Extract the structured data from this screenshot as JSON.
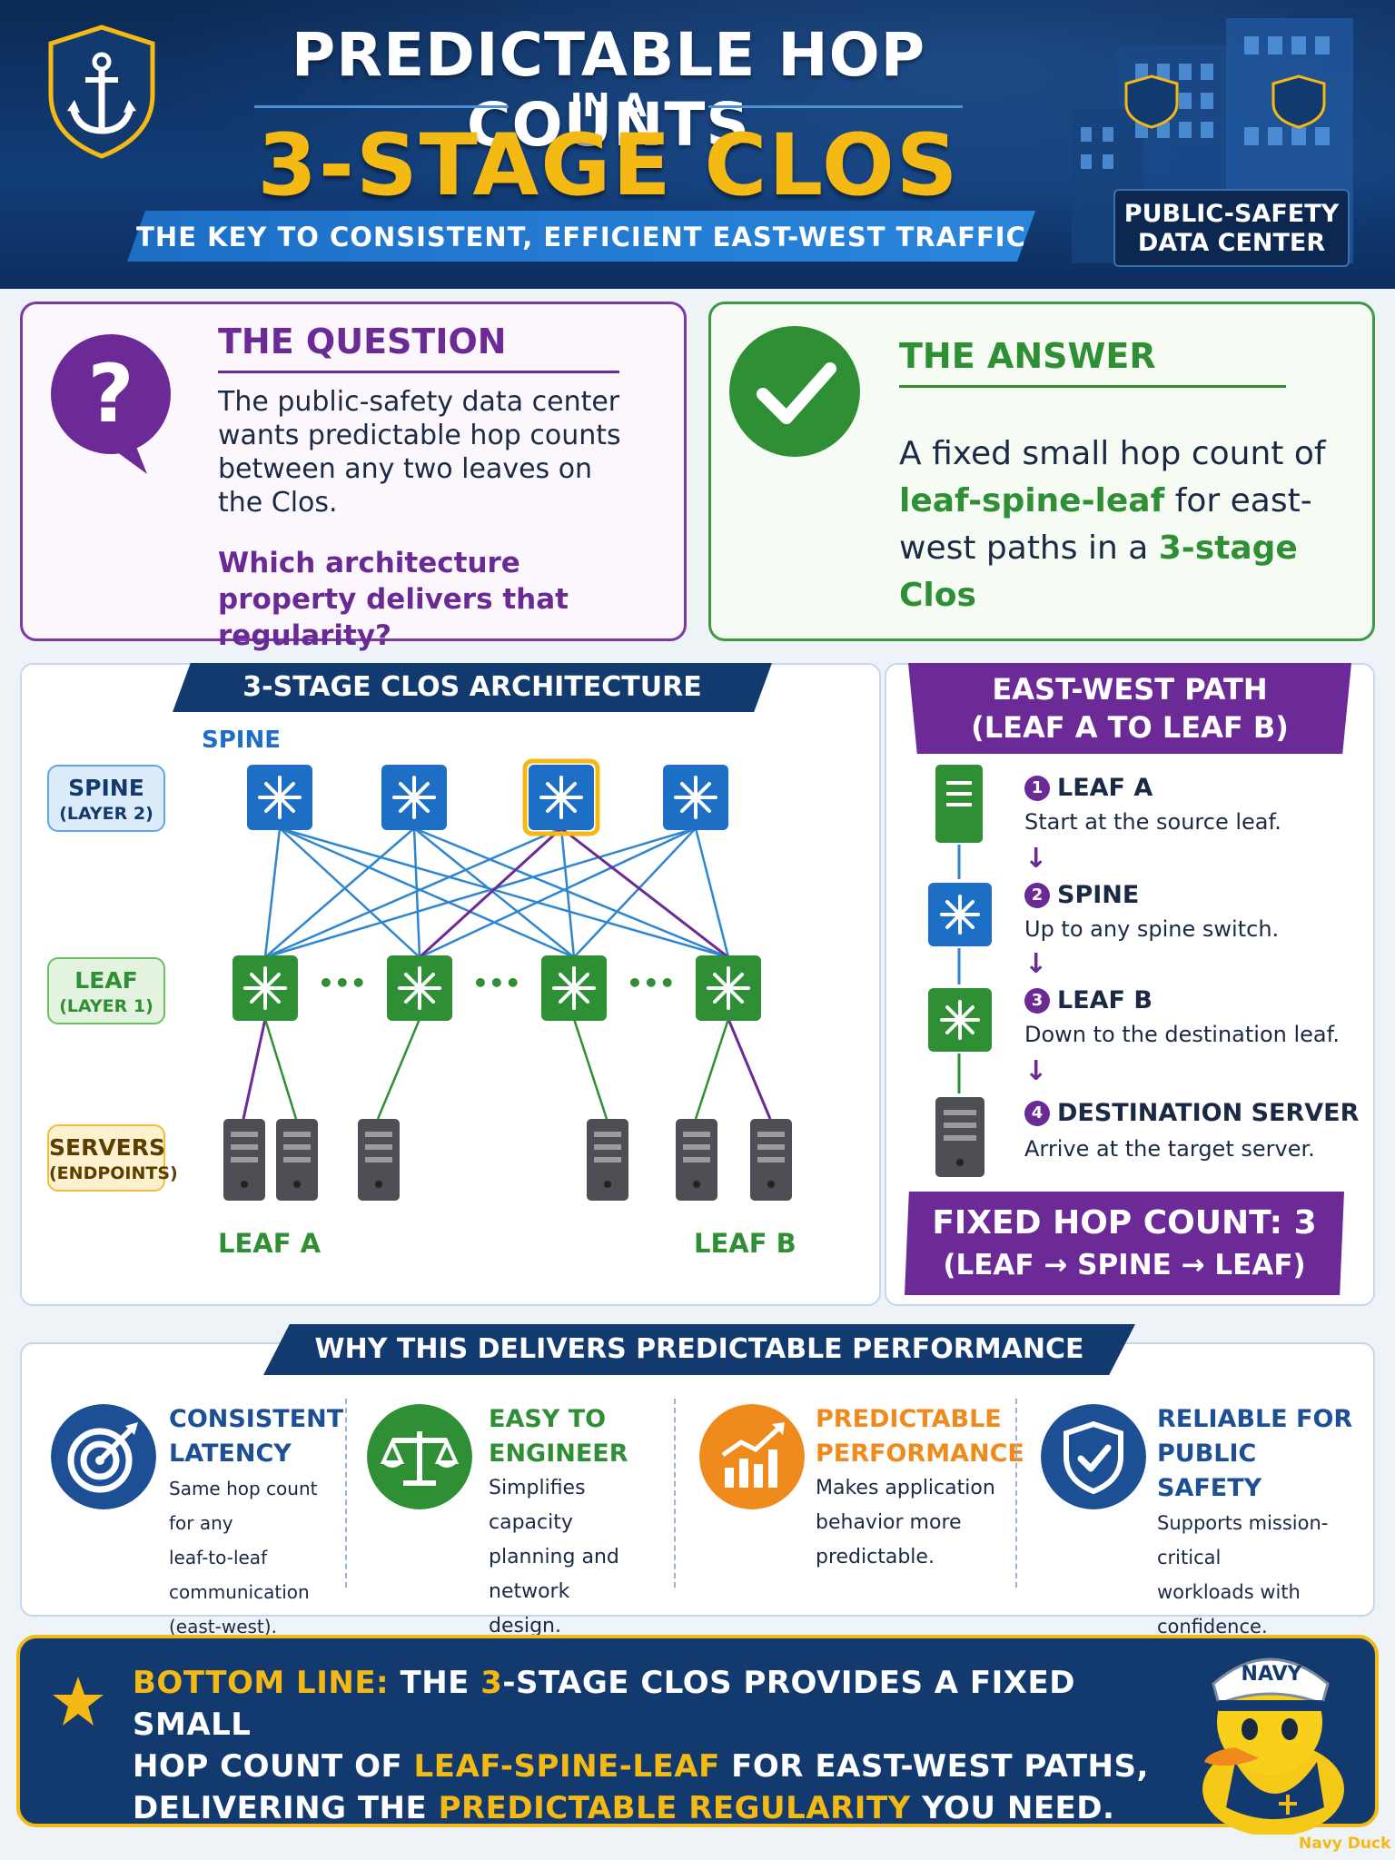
{
  "header": {
    "title_line1": "PREDICTABLE HOP COUNTS",
    "title_line2": "IN A",
    "title_line3": "3-STAGE CLOS",
    "subtitle": "THE KEY TO CONSISTENT, EFFICIENT EAST-WEST TRAFFIC",
    "badge_line1": "PUBLIC-SAFETY",
    "badge_line2": "DATA CENTER"
  },
  "question": {
    "heading": "THE QUESTION",
    "body": "The public-safety data center wants predictable hop counts between any two leaves on the Clos.",
    "prompt": "Which architecture property delivers that regularity?"
  },
  "answer": {
    "heading": "THE ANSWER",
    "part1": "A fixed small hop count of",
    "part2": "leaf-spine-leaf",
    "part3": "for east-west paths in a",
    "part4": "3-stage Clos"
  },
  "architecture": {
    "heading": "3-STAGE CLOS ARCHITECTURE",
    "spine_caption": "SPINE",
    "spine_tag": "SPINE",
    "spine_tag_sub": "(LAYER 2)",
    "leaf_tag": "LEAF",
    "leaf_tag_sub": "(LAYER 1)",
    "servers_tag": "SERVERS",
    "servers_tag_sub": "(ENDPOINTS)",
    "leaf_a_label": "LEAF A",
    "leaf_b_label": "LEAF B",
    "ellipsis": "•••"
  },
  "east_west": {
    "heading_line1": "EAST-WEST PATH",
    "heading_line2": "(LEAF A TO LEAF B)",
    "steps": [
      {
        "num": "1",
        "title": "LEAF A",
        "text": "Start at the source leaf."
      },
      {
        "num": "2",
        "title": "SPINE",
        "text": "Up to any spine switch."
      },
      {
        "num": "3",
        "title": "LEAF B",
        "text": "Down to the destination leaf."
      },
      {
        "num": "4",
        "title": "DESTINATION SERVER",
        "text": "Arrive at the target server."
      }
    ],
    "footer_line1": "FIXED HOP COUNT: 3",
    "footer_line2": "(LEAF → SPINE → LEAF)"
  },
  "why": {
    "heading": "WHY THIS DELIVERS PREDICTABLE PERFORMANCE",
    "items": [
      {
        "title1": "CONSISTENT",
        "title2": "LATENCY",
        "text1": "Same hop count for any",
        "text2": "leaf-to-leaf communication",
        "text3": "(east-west).",
        "icon": "target-icon",
        "color": "#1d4f95"
      },
      {
        "title1": "EASY TO",
        "title2": "ENGINEER",
        "text1": "Simplifies capacity",
        "text2": "planning and network",
        "text3": "design.",
        "icon": "scales-icon",
        "color": "#2f8f35"
      },
      {
        "title1": "PREDICTABLE",
        "title2": "PERFORMANCE",
        "text1": "Makes application",
        "text2": "behavior more",
        "text3": "predictable.",
        "icon": "growth-chart-icon",
        "color": "#ef8a1c"
      },
      {
        "title1": "RELIABLE FOR",
        "title2": "PUBLIC SAFETY",
        "text1": "Supports mission-critical",
        "text2": "workloads with",
        "text3": "confidence.",
        "icon": "shield-check-icon",
        "color": "#1d4f95"
      }
    ]
  },
  "bottom_line": {
    "lead": "BOTTOM LINE:",
    "t1": "THE",
    "t2": "3",
    "t3": "-STAGE CLOS PROVIDES A FIXED SMALL",
    "t4": "HOP COUNT OF",
    "t5": "LEAF-SPINE-LEAF",
    "t6": "FOR EAST-WEST PATHS,",
    "t7": "DELIVERING THE",
    "t8": "PREDICTABLE REGULARITY",
    "t9": "YOU NEED."
  },
  "mascot": {
    "cap_text": "NAVY"
  },
  "credit": "Navy Duck",
  "colors": {
    "navy": "#123a6f",
    "gold": "#f5b914",
    "purple": "#6b2a96",
    "green": "#2f8f35",
    "blue": "#1d6fc6"
  }
}
